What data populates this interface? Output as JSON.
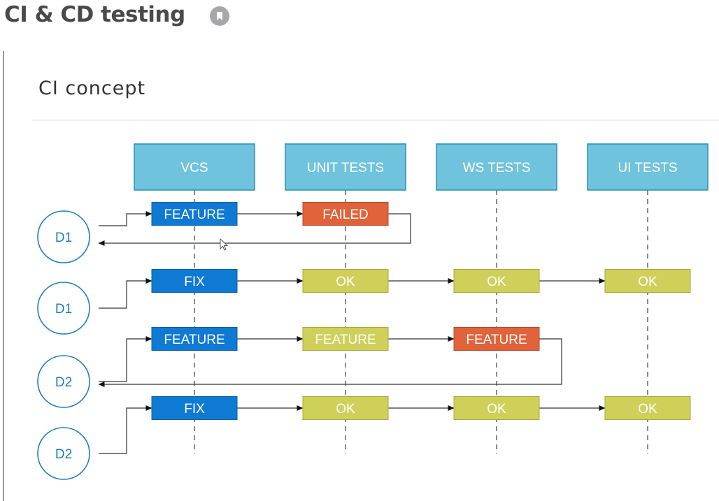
{
  "page": {
    "title": "CI & CD testing"
  },
  "slide": {
    "heading": "CI concept"
  },
  "colors": {
    "header_fill": "#6fc3dc",
    "header_stroke": "#2b8eb8",
    "vcs_fill": "#0f7ad3",
    "failed_fill": "#e0633b",
    "ok_fill": "#cfd05a",
    "developer_stroke": "#1f7fc2"
  },
  "columns": [
    {
      "label": "VCS"
    },
    {
      "label": "UNIT TESTS"
    },
    {
      "label": "WS TESTS"
    },
    {
      "label": "UI TESTS"
    }
  ],
  "rows": [
    {
      "developer": "D1",
      "steps": [
        {
          "label": "FEATURE",
          "status": "vcs"
        },
        {
          "label": "FAILED",
          "status": "failed"
        }
      ],
      "loops_back": true
    },
    {
      "developer": "D1",
      "steps": [
        {
          "label": "FIX",
          "status": "vcs"
        },
        {
          "label": "OK",
          "status": "ok"
        },
        {
          "label": "OK",
          "status": "ok"
        },
        {
          "label": "OK",
          "status": "ok"
        }
      ],
      "loops_back": false
    },
    {
      "developer": "D2",
      "steps": [
        {
          "label": "FEATURE",
          "status": "vcs"
        },
        {
          "label": "FEATURE",
          "status": "ok"
        },
        {
          "label": "FEATURE",
          "status": "failed"
        }
      ],
      "loops_back": true
    },
    {
      "developer": "D2",
      "steps": [
        {
          "label": "FIX",
          "status": "vcs"
        },
        {
          "label": "OK",
          "status": "ok"
        },
        {
          "label": "OK",
          "status": "ok"
        },
        {
          "label": "OK",
          "status": "ok"
        }
      ],
      "loops_back": false
    }
  ]
}
